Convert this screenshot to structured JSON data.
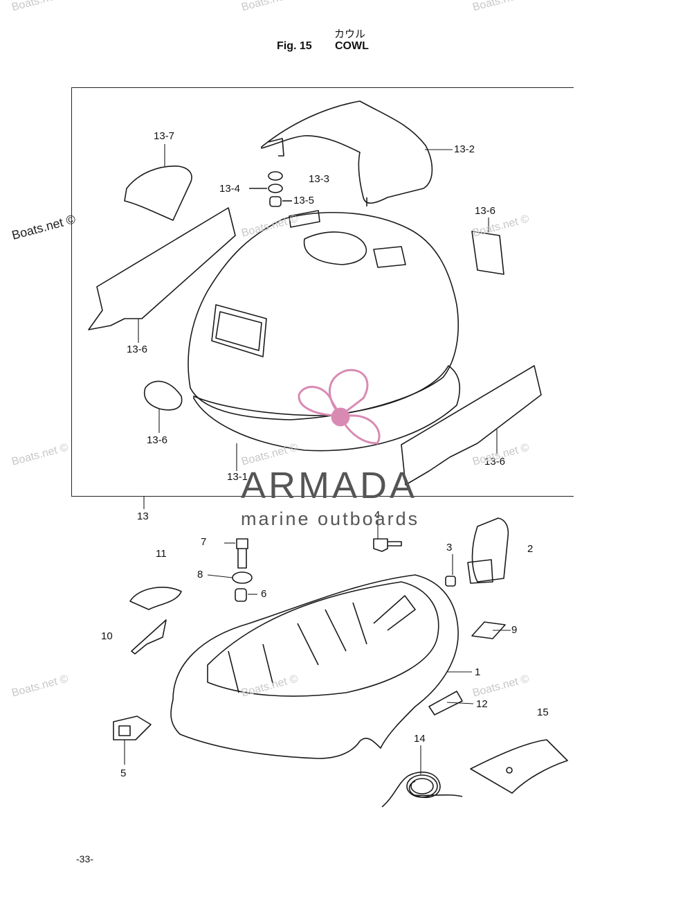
{
  "title": {
    "japanese": "カウル",
    "figure": "Fig. 15",
    "name": "COWL"
  },
  "watermarks": {
    "site": "Boats.net ©"
  },
  "brand": {
    "name": "ARMADA",
    "tagline": "marine outboards",
    "accent_color": "#d98ab3",
    "text_color": "#555555"
  },
  "callouts": {
    "c13_7": "13-7",
    "c13_2": "13-2",
    "c13_3": "13-3",
    "c13_4": "13-4",
    "c13_5": "13-5",
    "c13_6": "13-6",
    "c13_1": "13-1",
    "c13": "13",
    "c1": "1",
    "c2": "2",
    "c3": "3",
    "c4": "4",
    "c5": "5",
    "c6": "6",
    "c7": "7",
    "c8": "8",
    "c9": "9",
    "c10": "10",
    "c11": "11",
    "c12": "12",
    "c14": "14",
    "c15": "15"
  },
  "page_number": "-33-"
}
